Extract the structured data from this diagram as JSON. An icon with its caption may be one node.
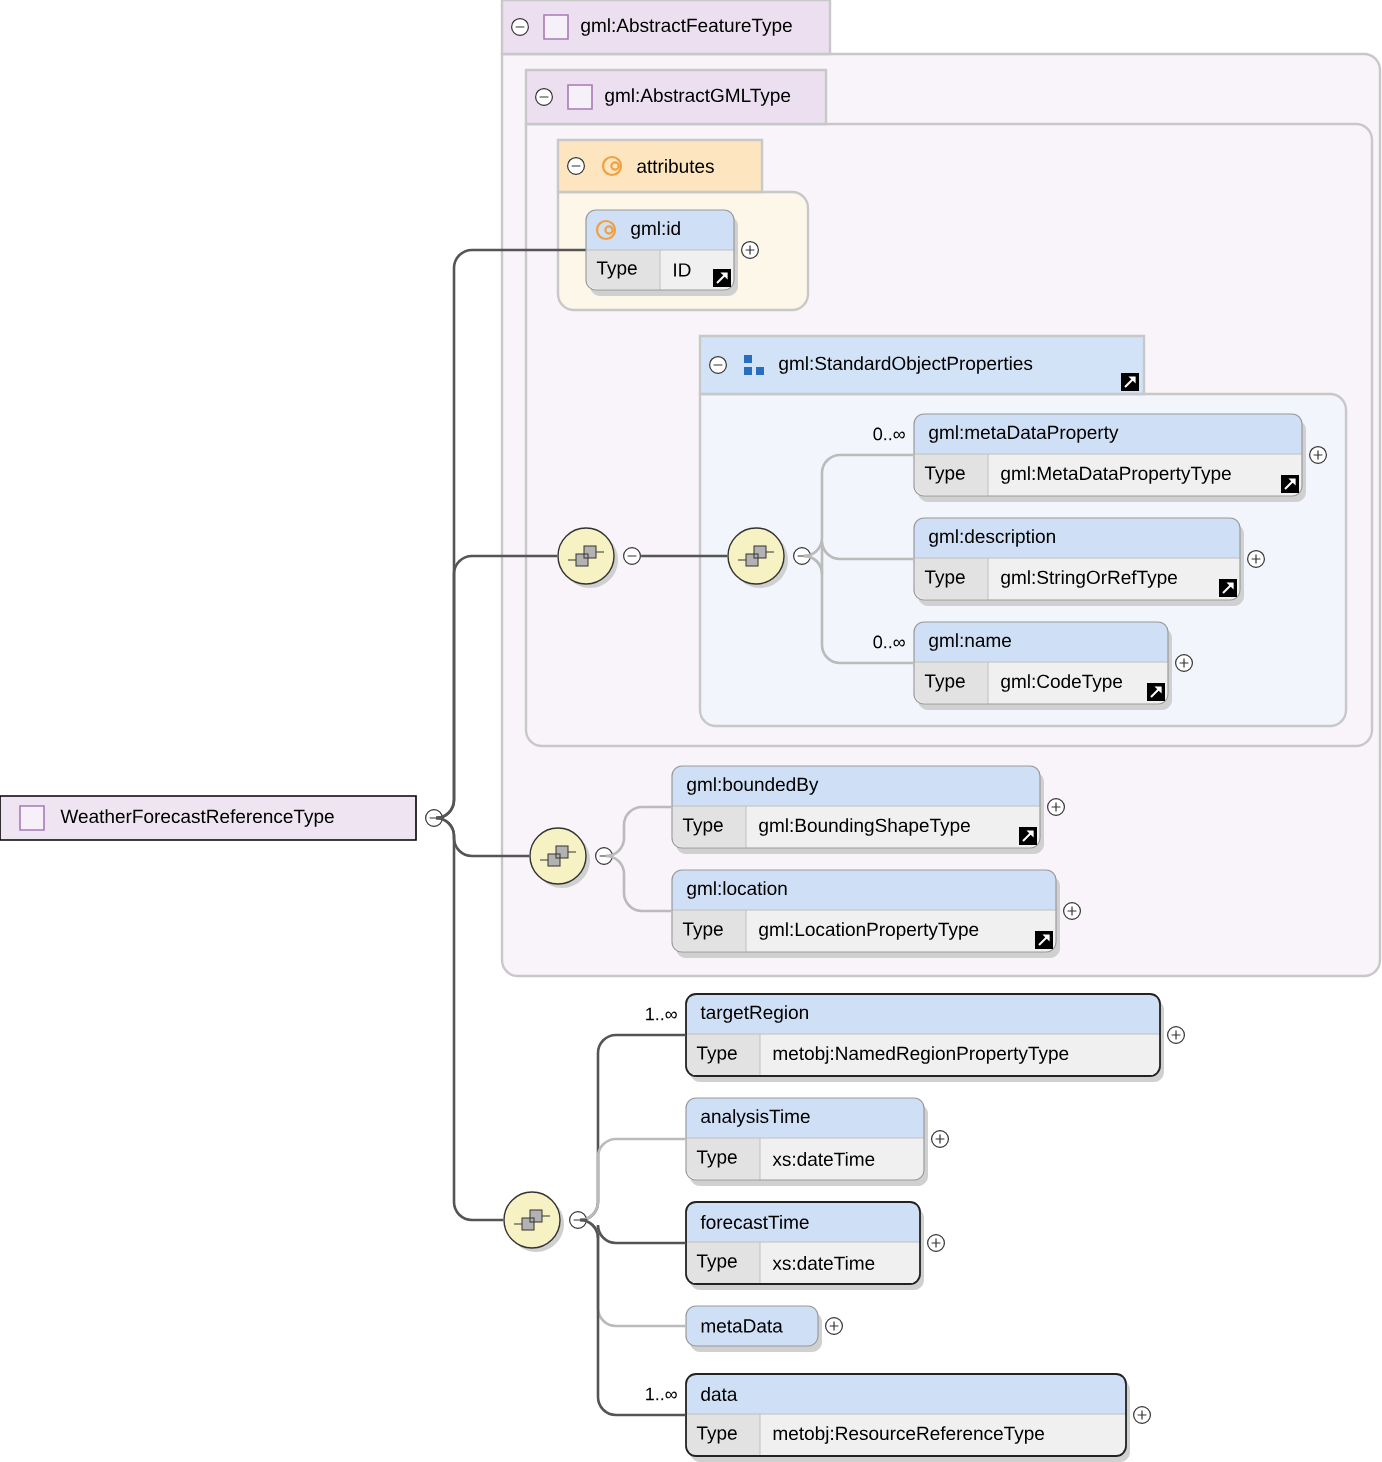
{
  "diagram": {
    "nodes": [
      {
        "text": [
          "WeatherForecastReferenceType"
        ]
      },
      {
        "text": [
          "gml:AbstractFeatureType"
        ]
      },
      {
        "text": [
          "gml:AbstractGMLType"
        ],
        "in": 1
      },
      {
        "text": [
          "attributes"
        ],
        "in": 2
      },
      {
        "text": [
          "gml:id",
          "Type",
          "ID"
        ],
        "in": 3
      },
      {
        "text": [],
        "shape": "circle",
        "in": 2
      },
      {
        "text": [
          "gml:StandardObjectProperties"
        ],
        "in": 2
      },
      {
        "text": [],
        "shape": "circle",
        "in": 6
      },
      {
        "text": [
          "gml:metaDataProperty",
          "Type",
          "gml:MetaDataPropertyType"
        ],
        "beside": [
          "0..∞"
        ],
        "in": 6
      },
      {
        "text": [
          "gml:description",
          "Type",
          "gml:StringOrRefType"
        ],
        "in": 6
      },
      {
        "text": [
          "gml:name",
          "Type",
          "gml:CodeType"
        ],
        "beside": [
          "0..∞"
        ],
        "in": 6
      },
      {
        "text": [],
        "shape": "circle",
        "in": 1
      },
      {
        "text": [
          "gml:boundedBy",
          "Type",
          "gml:BoundingShapeType"
        ],
        "in": 1
      },
      {
        "text": [
          "gml:location",
          "Type",
          "gml:LocationPropertyType"
        ],
        "in": 1
      },
      {
        "text": [],
        "shape": "circle"
      },
      {
        "text": [
          "targetRegion",
          "Type",
          "metobj:NamedRegionPropertyType"
        ],
        "beside": [
          "1..∞"
        ]
      },
      {
        "text": [
          "analysisTime",
          "Type",
          "xs:dateTime"
        ]
      },
      {
        "text": [
          "forecastTime",
          "Type",
          "xs:dateTime"
        ]
      },
      {
        "text": [
          "metaData"
        ]
      },
      {
        "text": [
          "data",
          "Type",
          "metobj:ResourceReferenceType"
        ],
        "beside": [
          "1..∞"
        ]
      }
    ],
    "edges": [
      {
        "from": 0,
        "to": 4,
        "arrow": "none"
      },
      {
        "from": 0,
        "to": 5,
        "arrow": "none"
      },
      {
        "from": 0,
        "to": 11,
        "arrow": "none"
      },
      {
        "from": 0,
        "to": 14,
        "arrow": "none"
      },
      {
        "from": 5,
        "to": 7,
        "arrow": "none"
      },
      {
        "from": 7,
        "to": 8,
        "arrow": "none",
        "color": "#bbbbbb"
      },
      {
        "from": 7,
        "to": 9,
        "arrow": "none",
        "color": "#bbbbbb"
      },
      {
        "from": 7,
        "to": 10,
        "arrow": "none",
        "color": "#bbbbbb"
      },
      {
        "from": 11,
        "to": 12,
        "arrow": "none",
        "color": "#bbbbbb"
      },
      {
        "from": 11,
        "to": 13,
        "arrow": "none",
        "color": "#bbbbbb"
      },
      {
        "from": 14,
        "to": 15,
        "arrow": "none"
      },
      {
        "from": 14,
        "to": 16,
        "arrow": "none",
        "color": "#bbbbbb"
      },
      {
        "from": 14,
        "to": 17,
        "arrow": "none"
      },
      {
        "from": 14,
        "to": 18,
        "arrow": "none",
        "color": "#bbbbbb"
      },
      {
        "from": 14,
        "to": 19,
        "arrow": "none"
      }
    ]
  }
}
